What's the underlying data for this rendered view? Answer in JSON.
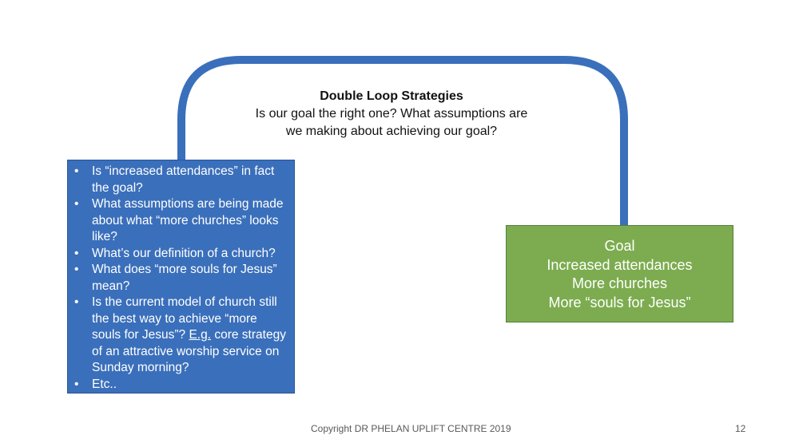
{
  "slide": {
    "title": "Double Loop Strategies",
    "subtitle_line1": "Is our goal the right one? What assumptions are",
    "subtitle_line2": "we making about achieving our goal?"
  },
  "questions": {
    "item1": "Is “increased attendances” in fact the goal?",
    "item2": "What assumptions are being made about what “more churches” looks like?",
    "item3": "What’s our definition of a church?",
    "item4": "What does “more souls for Jesus” mean?",
    "item5_before": "Is the current model of church still the best way to achieve “more souls for Jesus”? ",
    "item5_eg": "E.g.",
    "item5_after": " core strategy of an attractive worship service on Sunday morning?",
    "item6": "Etc.."
  },
  "goal_box": {
    "line1": "Goal",
    "line2": "Increased attendances",
    "line3": "More churches",
    "line4": "More “souls for Jesus”"
  },
  "footer": {
    "copyright": "Copyright DR PHELAN UPLIFT CENTRE 2019",
    "page_number": "12"
  },
  "colors": {
    "loop": "#3a6fbb",
    "question_box": "#3a6fbb",
    "goal_box": "#7cac4f"
  }
}
